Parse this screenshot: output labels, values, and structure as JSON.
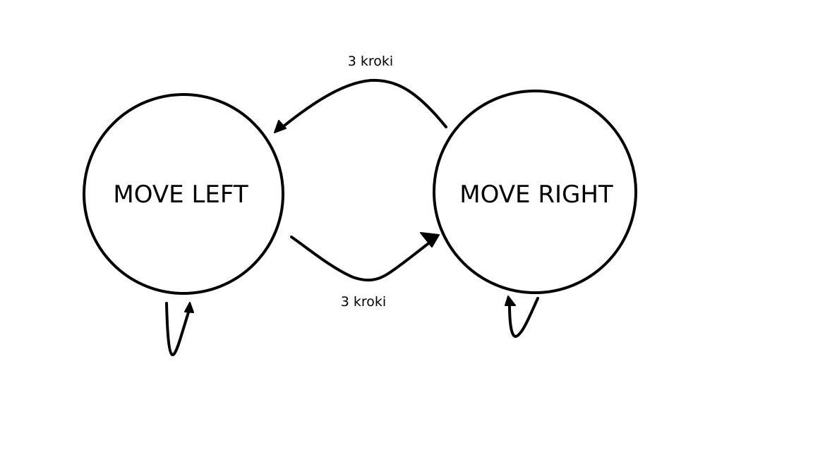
{
  "diagram": {
    "type": "state-machine",
    "states": [
      {
        "id": "left",
        "label": "MOVE LEFT"
      },
      {
        "id": "right",
        "label": "MOVE RIGHT"
      }
    ],
    "transitions": [
      {
        "from": "right",
        "to": "left",
        "label": "3 kroki"
      },
      {
        "from": "left",
        "to": "right",
        "label": "3 kroki"
      },
      {
        "from": "left",
        "to": "left",
        "label": ""
      },
      {
        "from": "right",
        "to": "right",
        "label": ""
      }
    ],
    "colors": {
      "stroke": "#000000",
      "background": "#ffffff"
    }
  }
}
